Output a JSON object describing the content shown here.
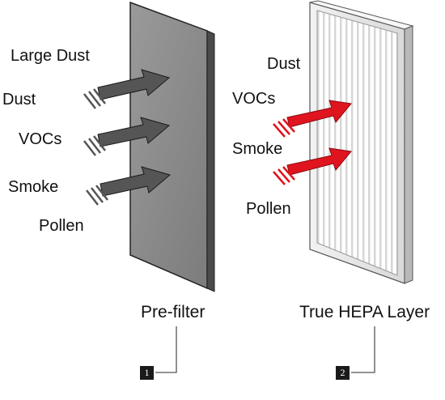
{
  "prefilter": {
    "particles": [
      "Large Dust",
      "Dust",
      "VOCs",
      "Smoke",
      "Pollen"
    ],
    "caption": "Pre-filter",
    "badge": "1",
    "arrow_color": "#555555",
    "panel_color": "#8a8a8a"
  },
  "hepa": {
    "particles": [
      "Dust",
      "VOCs",
      "Smoke",
      "Pollen"
    ],
    "caption": "True HEPA Layer",
    "badge": "2",
    "arrow_color": "#e0141e",
    "frame_color": "#e8e8e8"
  }
}
